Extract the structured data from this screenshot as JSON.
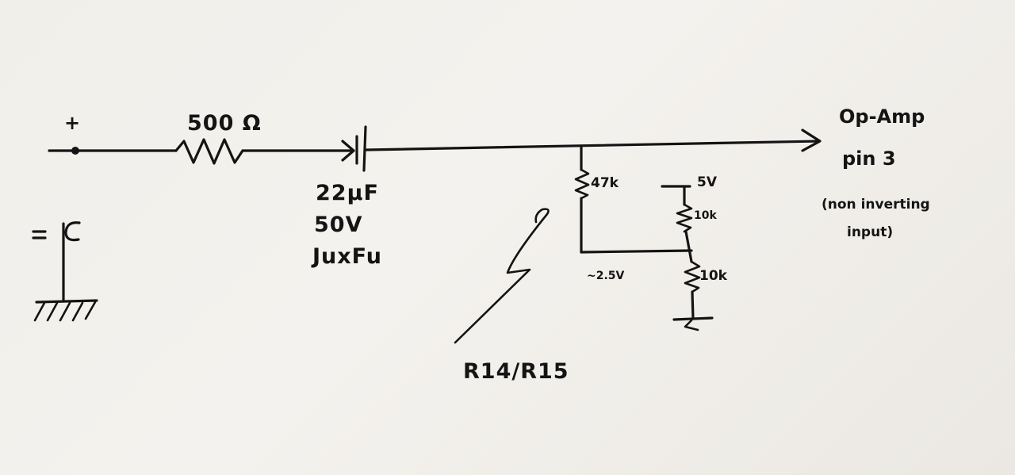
{
  "labels": {
    "plus": "+",
    "input_resistor": "500 Ω",
    "cap_value": "22µF",
    "cap_voltage": "50V",
    "cap_brand": "JuxFu",
    "ground_minus": "=C",
    "r_47k": "47k",
    "supply": "5V",
    "r_top_div": "10k",
    "r_bottom_div": "10k",
    "mid_voltage": "~2.5V",
    "ref": "R14/R15",
    "dest_line1": "Op-Amp",
    "dest_line2": "pin 3",
    "dest_line3": "(non inverting",
    "dest_line4": "input)"
  }
}
